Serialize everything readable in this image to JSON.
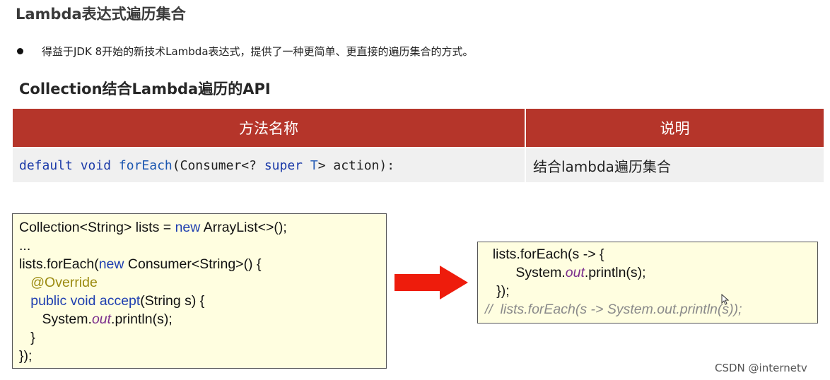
{
  "title": "Lambda表达式遍历集合",
  "bullet": "得益于JDK 8开始的新技术Lambda表达式，提供了一种更简单、更直接的遍历集合的方式。",
  "subtitle": "Collection结合Lambda遍历的API",
  "table": {
    "headers": [
      "方法名称",
      "说明"
    ],
    "row": {
      "method_parts": [
        "default",
        " ",
        "void",
        " ",
        "forEach",
        "(Consumer<? ",
        "super",
        " ",
        "T",
        "> action):"
      ],
      "description": "结合lambda遍历集合"
    }
  },
  "code_left": [
    [
      "Collection<String> lists = ",
      "new",
      " ArrayList<>();"
    ],
    [
      "..."
    ],
    [
      "lists.forEach(",
      "new",
      " Consumer<String>() {"
    ],
    [
      "   ",
      "@Override"
    ],
    [
      "   ",
      "public",
      " ",
      "void",
      " ",
      "accept",
      "(String s) {"
    ],
    [
      "      System.",
      "out",
      ".println(s);"
    ],
    [
      "   }"
    ],
    [
      "});"
    ]
  ],
  "code_right": [
    [
      "  lists.forEach(s -> {"
    ],
    [
      "        System.",
      "out",
      ".println(s);"
    ],
    [
      "   });"
    ],
    [
      "//  lists.forEach(s -> System.out.println(s));"
    ]
  ],
  "watermark": "CSDN @internetv",
  "colors": {
    "header_bg": "#b5352a",
    "row_bg": "#f0f0f0",
    "code_bg": "#fffee0",
    "arrow": "#ee1c0c",
    "keyword": "#1f3fb0",
    "annotation": "#9b8a10",
    "static_field": "#7a2d8c"
  },
  "icons": {
    "arrow": "right-arrow-icon",
    "cursor": "mouse-cursor-icon",
    "bullet": "bullet-dot-icon"
  }
}
